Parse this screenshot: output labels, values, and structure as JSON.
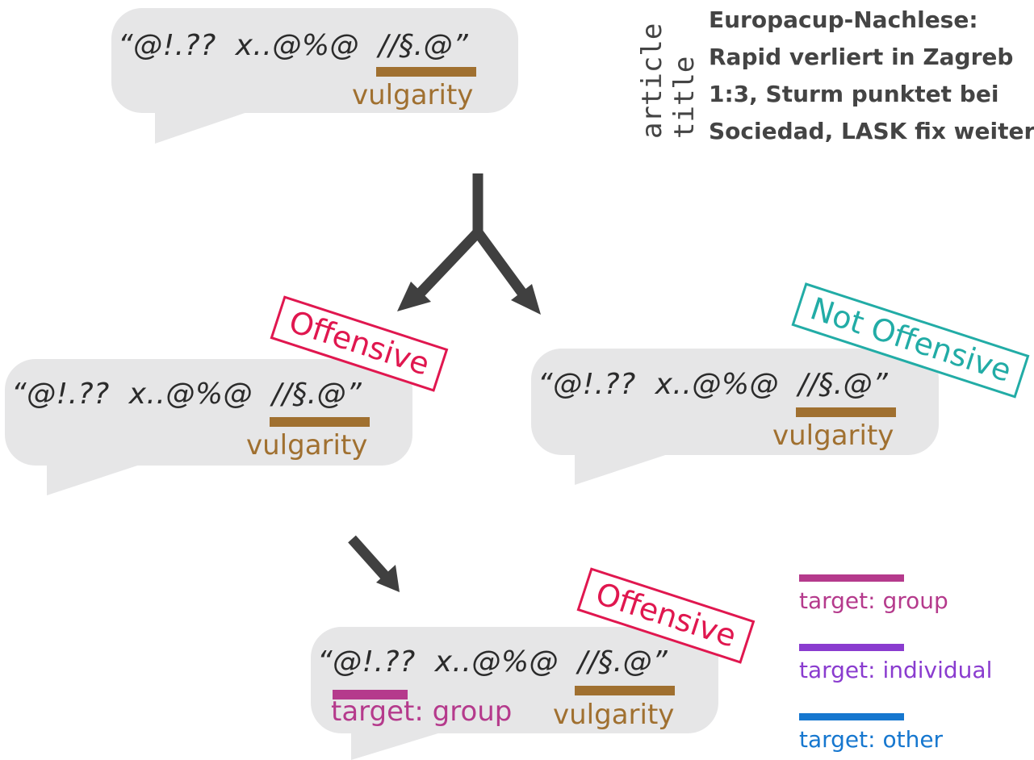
{
  "colors": {
    "bubble": "#e6e6e7",
    "vulgarity": "#a07030",
    "offensive": "#e0174f",
    "not_offensive": "#22aca6",
    "target_group": "#b53a8c",
    "target_individual": "#8a3ccf",
    "target_other": "#1677cf",
    "arrow": "#404040",
    "text": "#2b2b2b"
  },
  "comment_text": "“@!.??  x..@%@  //§.@”",
  "labels": {
    "vulgarity": "vulgarity",
    "target_group": "target: group",
    "offensive": "Offensive",
    "not_offensive": "Not Offensive"
  },
  "article": {
    "side_label_1": "article",
    "side_label_2": "title",
    "title_lines": [
      "Europacup-Nachlese:",
      "Rapid verliert in Zagreb",
      "1:3, Sturm punktet bei",
      "Sociedad, LASK fix weiter"
    ]
  },
  "legend": [
    {
      "label": "target: group"
    },
    {
      "label": "target: individual"
    },
    {
      "label": "target: other"
    }
  ]
}
